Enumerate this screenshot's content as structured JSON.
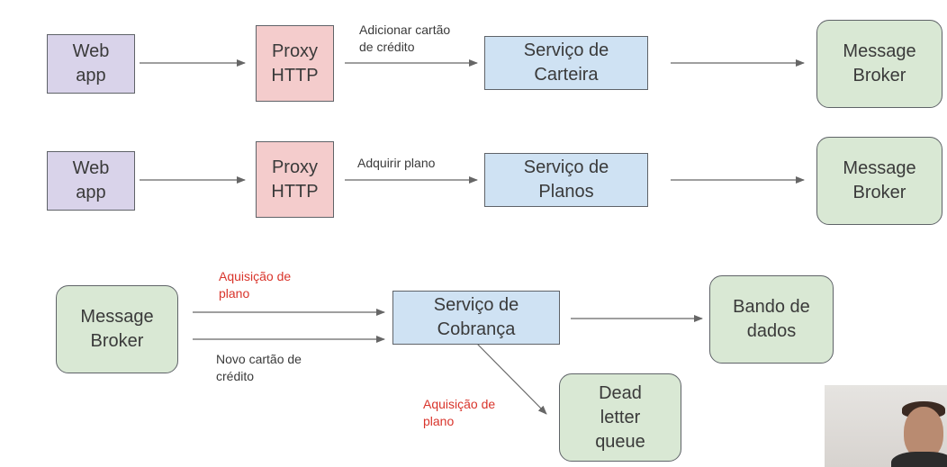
{
  "row1": {
    "web_app": "Web\napp",
    "proxy": "Proxy\nHTTP",
    "edge_label": "Adicionar cartão\nde crédito",
    "service": "Serviço de\nCarteira",
    "broker": "Message\nBroker"
  },
  "row2": {
    "web_app": "Web\napp",
    "proxy": "Proxy\nHTTP",
    "edge_label": "Adquirir plano",
    "service": "Serviço de\nPlanos",
    "broker": "Message\nBroker"
  },
  "row3": {
    "broker": "Message\nBroker",
    "edge_label_top": "Aquisição de\nplano",
    "edge_label_bottom": "Novo cartão de\ncrédito",
    "service": "Serviço de\nCobrança",
    "database": "Bando de\ndados",
    "dlq_edge_label": "Aquisição de\nplano",
    "dlq": "Dead\nletter\nqueue"
  },
  "colors": {
    "web_app": "#d9d3ea",
    "proxy": "#f4cccc",
    "service": "#cfe2f3",
    "broker": "#d9e8d4",
    "highlight_label": "#d9342b"
  }
}
